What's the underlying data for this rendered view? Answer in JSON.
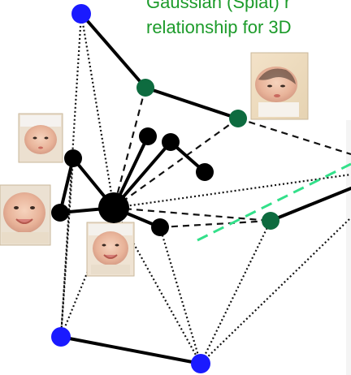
{
  "header": {
    "line1": "Gaussian (Splat) r",
    "line2": "relationship for 3D"
  },
  "legend_colors": {
    "blue_node": "#1a1aff",
    "green_node": "#0d6b3f",
    "black_node": "#000000",
    "title_text": "#1c9b2a",
    "dashed_highlight": "#33e08a"
  },
  "photos": [
    {
      "name": "baby-photo-top-right"
    },
    {
      "name": "baby-photo-left-top"
    },
    {
      "name": "baby-photo-left-middle"
    },
    {
      "name": "baby-photo-center"
    }
  ]
}
